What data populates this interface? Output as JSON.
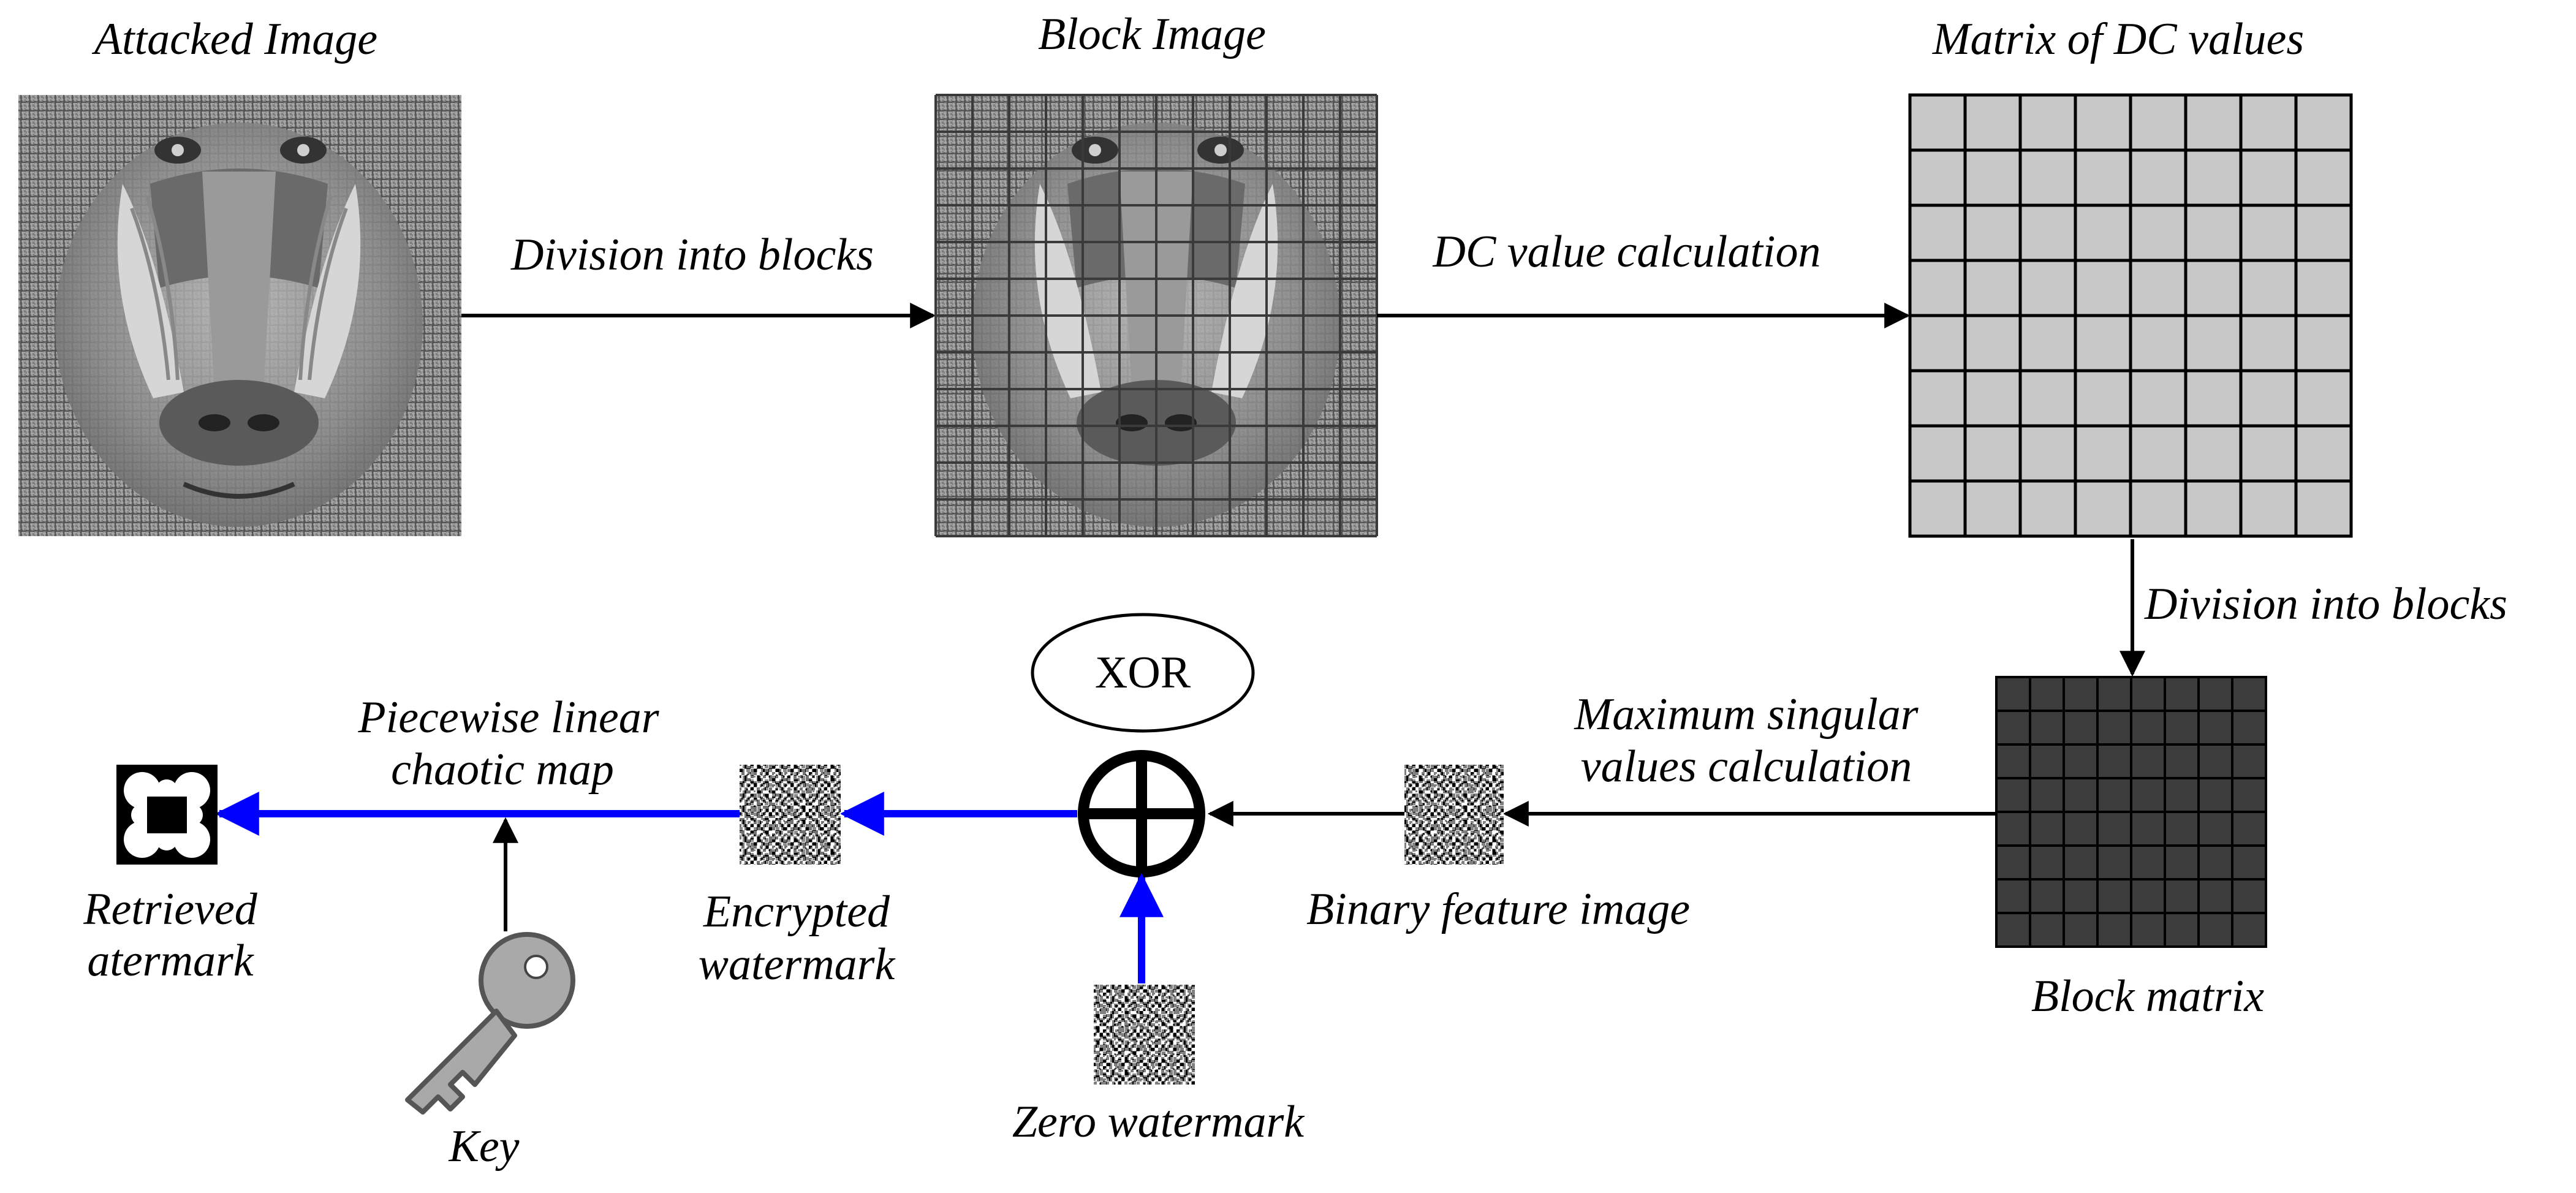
{
  "labels": {
    "attacked_image": "Attacked Image",
    "block_image": "Block Image",
    "matrix_dc": "Matrix of DC values",
    "division_blocks_1": "Division into blocks",
    "dc_value_calc": "DC value calculation",
    "division_blocks_2": "Division into blocks",
    "max_singular_line1": "Maximum singular",
    "max_singular_line2": "values calculation",
    "block_matrix": "Block matrix",
    "binary_feature": "Binary feature image",
    "xor": "XOR",
    "zero_watermark": "Zero watermark",
    "piecewise_line1": "Piecewise linear",
    "piecewise_line2": "chaotic map",
    "encrypted_line1": "Encrypted",
    "encrypted_line2": "watermark",
    "retrieved_line1": "Retrieved",
    "retrieved_line2": "atermark",
    "key": "Key"
  },
  "colors": {
    "flow_arrow": "#0000ff",
    "black_arrow": "#000000",
    "matrix_cell": "#c8c8c8",
    "block_matrix_cell": "#3c3c3c",
    "image_fill": "#8a8a8a",
    "key_fill": "#a9a9a9"
  },
  "icons": {
    "key": "key-icon",
    "xor": "xor-circle-plus-icon"
  }
}
